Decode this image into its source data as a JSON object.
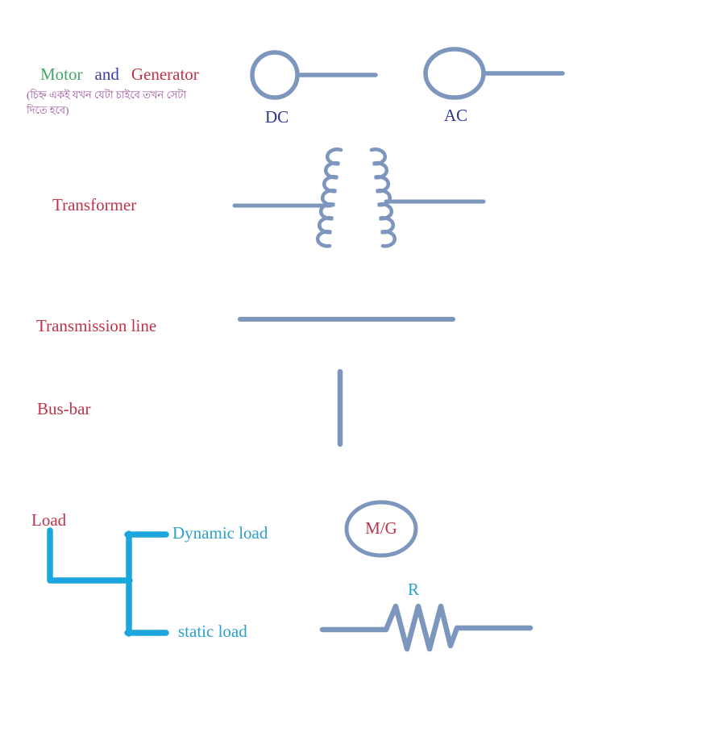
{
  "colors": {
    "symbol_stroke": "#7D96BE",
    "load_tree_line": "#1BA7DE",
    "teal_label": "#2E9FC6",
    "red_label": "#BE3449",
    "green_label": "#4BA36B",
    "navy_label": "#2E3590",
    "blue_label": "#3B3F9C",
    "purple_note": "#9C4E9B",
    "background": "#FFFFFF"
  },
  "heading": {
    "motor": "Motor",
    "and": "and",
    "generator": "Generator",
    "note_line1": "(চিহ্ন একই যখন যেটা চাইবে তখন সেটা",
    "note_line2": "দিতে হবে)"
  },
  "symbols": {
    "dc_label": "DC",
    "ac_label": "AC",
    "transformer_label": "Transformer",
    "transmission_line_label": "Transmission line",
    "bus_bar_label": "Bus-bar",
    "load_label": "Load",
    "dynamic_load_label": "Dynamic load",
    "static_load_label": "static load",
    "motor_generator_label": "M/G",
    "resistor_label": "R"
  }
}
